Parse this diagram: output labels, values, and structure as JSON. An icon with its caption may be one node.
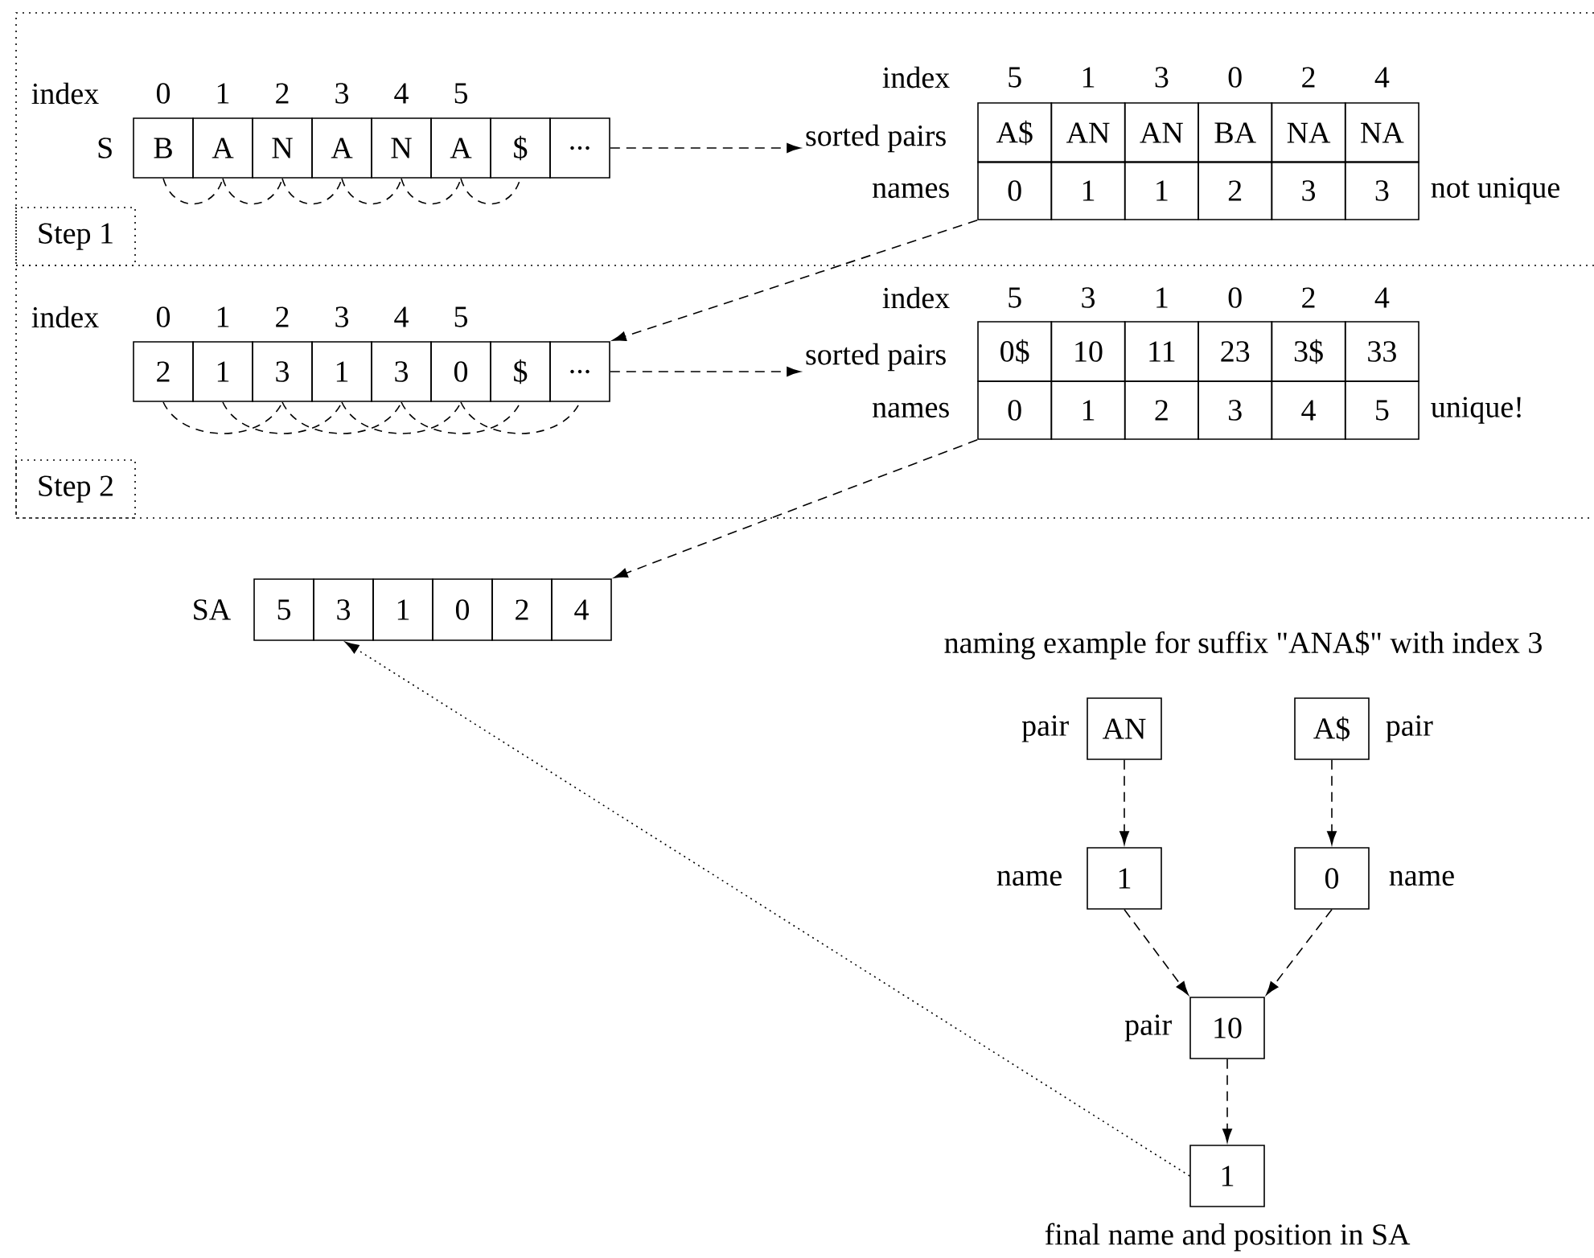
{
  "diagram": {
    "nodes": [
      {
        "text": [
          "B"
        ],
        "beside": [
          "S"
        ]
      },
      {
        "text": [
          "A"
        ]
      },
      {
        "text": [
          "N"
        ]
      },
      {
        "text": [
          "A"
        ]
      },
      {
        "text": [
          "N"
        ]
      },
      {
        "text": [
          "A"
        ]
      },
      {
        "text": [
          "$"
        ]
      },
      {
        "text": [
          "..."
        ]
      },
      {
        "text": [
          "sorted pairs"
        ]
      },
      {
        "text": [
          "A$"
        ]
      },
      {
        "text": [
          "AN"
        ]
      },
      {
        "text": [
          "AN"
        ]
      },
      {
        "text": [
          "BA"
        ]
      },
      {
        "text": [
          "NA"
        ]
      },
      {
        "text": [
          "NA"
        ]
      },
      {
        "text": [
          "0"
        ],
        "beside": [
          "names"
        ]
      },
      {
        "text": [
          "1"
        ]
      },
      {
        "text": [
          "1"
        ]
      },
      {
        "text": [
          "2"
        ]
      },
      {
        "text": [
          "3"
        ]
      },
      {
        "text": [
          "3"
        ],
        "beside": [
          "not unique"
        ]
      },
      {
        "text": [
          "Step 1"
        ]
      },
      {
        "text": [
          "2"
        ]
      },
      {
        "text": [
          "1"
        ]
      },
      {
        "text": [
          "3"
        ]
      },
      {
        "text": [
          "1"
        ]
      },
      {
        "text": [
          "3"
        ]
      },
      {
        "text": [
          "0"
        ]
      },
      {
        "text": [
          "$"
        ]
      },
      {
        "text": [
          "..."
        ]
      },
      {
        "text": [
          "sorted pairs"
        ]
      },
      {
        "text": [
          "0$"
        ]
      },
      {
        "text": [
          "10"
        ]
      },
      {
        "text": [
          "11"
        ]
      },
      {
        "text": [
          "23"
        ]
      },
      {
        "text": [
          "3$"
        ]
      },
      {
        "text": [
          "33"
        ]
      },
      {
        "text": [
          "0"
        ],
        "beside": [
          "names"
        ]
      },
      {
        "text": [
          "1"
        ]
      },
      {
        "text": [
          "2"
        ]
      },
      {
        "text": [
          "3"
        ]
      },
      {
        "text": [
          "4"
        ]
      },
      {
        "text": [
          "5"
        ],
        "beside": [
          "unique!"
        ]
      },
      {
        "text": [
          "Step 2"
        ]
      },
      {
        "text": [
          "5"
        ],
        "beside": [
          "SA"
        ]
      },
      {
        "text": [
          "3"
        ]
      },
      {
        "text": [
          "1"
        ]
      },
      {
        "text": [
          "0"
        ]
      },
      {
        "text": [
          "2"
        ]
      },
      {
        "text": [
          "4"
        ]
      },
      {
        "text": [
          "AN"
        ],
        "beside": [
          "pair"
        ]
      },
      {
        "text": [
          "A$"
        ],
        "beside": [
          "pair"
        ]
      },
      {
        "text": [
          "1"
        ],
        "beside": [
          "name"
        ]
      },
      {
        "text": [
          "0"
        ],
        "beside": [
          "name"
        ]
      },
      {
        "text": [
          "10"
        ],
        "beside": [
          "pair"
        ]
      },
      {
        "text": [
          "1"
        ],
        "beside": [
          "final name and position in SA"
        ]
      }
    ],
    "edges": [
      {
        "from": 7,
        "to": 8,
        "arrow": "to",
        "style": "dashed"
      },
      {
        "from": 15,
        "to": 29,
        "arrow": "to",
        "style": "dashed"
      },
      {
        "from": 29,
        "to": 30,
        "arrow": "to",
        "style": "dashed"
      },
      {
        "from": 37,
        "to": 49,
        "arrow": "to",
        "style": "dashed"
      },
      {
        "from": 50,
        "to": 52,
        "arrow": "to",
        "style": "dashed"
      },
      {
        "from": 51,
        "to": 53,
        "arrow": "to",
        "style": "dashed"
      },
      {
        "from": 52,
        "to": 54,
        "arrow": "to",
        "style": "dashed"
      },
      {
        "from": 53,
        "to": 54,
        "arrow": "to",
        "style": "dashed"
      },
      {
        "from": 54,
        "to": 55,
        "arrow": "to",
        "style": "dashed"
      },
      {
        "from": 55,
        "to": 45,
        "arrow": "to"
      }
    ],
    "labels": [
      "index",
      "0",
      "1",
      "2",
      "3",
      "4",
      "5",
      "index",
      "5",
      "1",
      "3",
      "0",
      "2",
      "4",
      "index",
      "0",
      "1",
      "2",
      "3",
      "4",
      "5",
      "index",
      "5",
      "3",
      "1",
      "0",
      "2",
      "4",
      "naming example for suffix \"ANA$\" with index 3"
    ]
  }
}
